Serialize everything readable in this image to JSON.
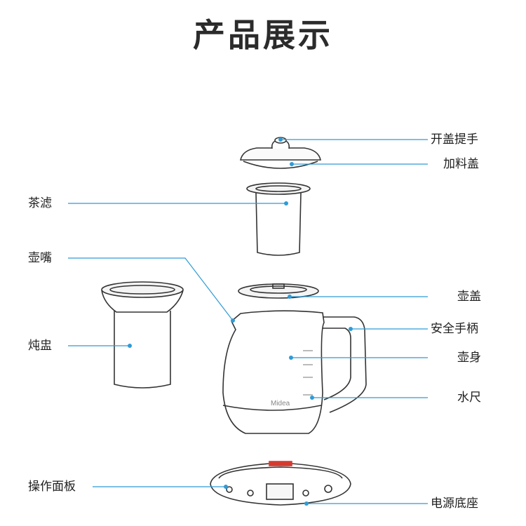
{
  "title": "产品展示",
  "brand_mark": "Midea",
  "colors": {
    "callout_line": "#2e9bd6",
    "outline": "#333333",
    "accent_red": "#d63a2f",
    "title": "#2b2b2b"
  },
  "labels": {
    "lid_handle": "开盖提手",
    "feed_lid": "加料盖",
    "tea_filter": "茶滤",
    "spout": "壶嘴",
    "pot_lid": "壶盖",
    "safety_handle": "安全手柄",
    "stew_cup": "炖盅",
    "pot_body": "壶身",
    "water_gauge": "水尺",
    "control_panel": "操作面板",
    "power_base": "电源底座"
  }
}
